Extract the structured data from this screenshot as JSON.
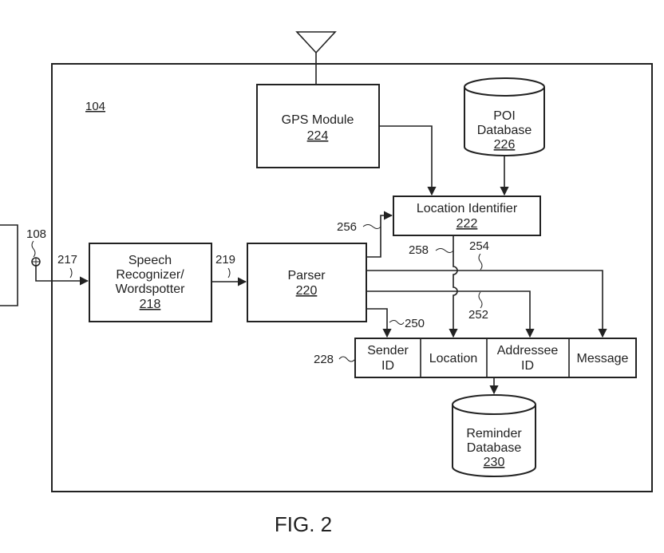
{
  "system_ref": "104",
  "gps": {
    "title": "GPS Module",
    "ref": "224"
  },
  "poi": {
    "line1": "POI",
    "line2": "Database",
    "ref": "226"
  },
  "location_identifier": {
    "title": "Location Identifier",
    "ref": "222"
  },
  "speech": {
    "line1": "Speech",
    "line2": "Recognizer/",
    "line3": "Wordspotter",
    "ref": "218"
  },
  "parser": {
    "title": "Parser",
    "ref": "220"
  },
  "record": {
    "ref": "228",
    "sender_line1": "Sender",
    "sender_line2": "ID",
    "location": "Location",
    "addressee_line1": "Addressee",
    "addressee_line2": "ID",
    "message": "Message"
  },
  "reminder": {
    "line1": "Reminder",
    "line2": "Database",
    "ref": "230"
  },
  "input_ref": "108",
  "links": {
    "l217": "217",
    "l219": "219",
    "l256": "256",
    "l258": "258",
    "l254": "254",
    "l252": "252",
    "l250": "250"
  },
  "figure_caption": "FIG. 2"
}
